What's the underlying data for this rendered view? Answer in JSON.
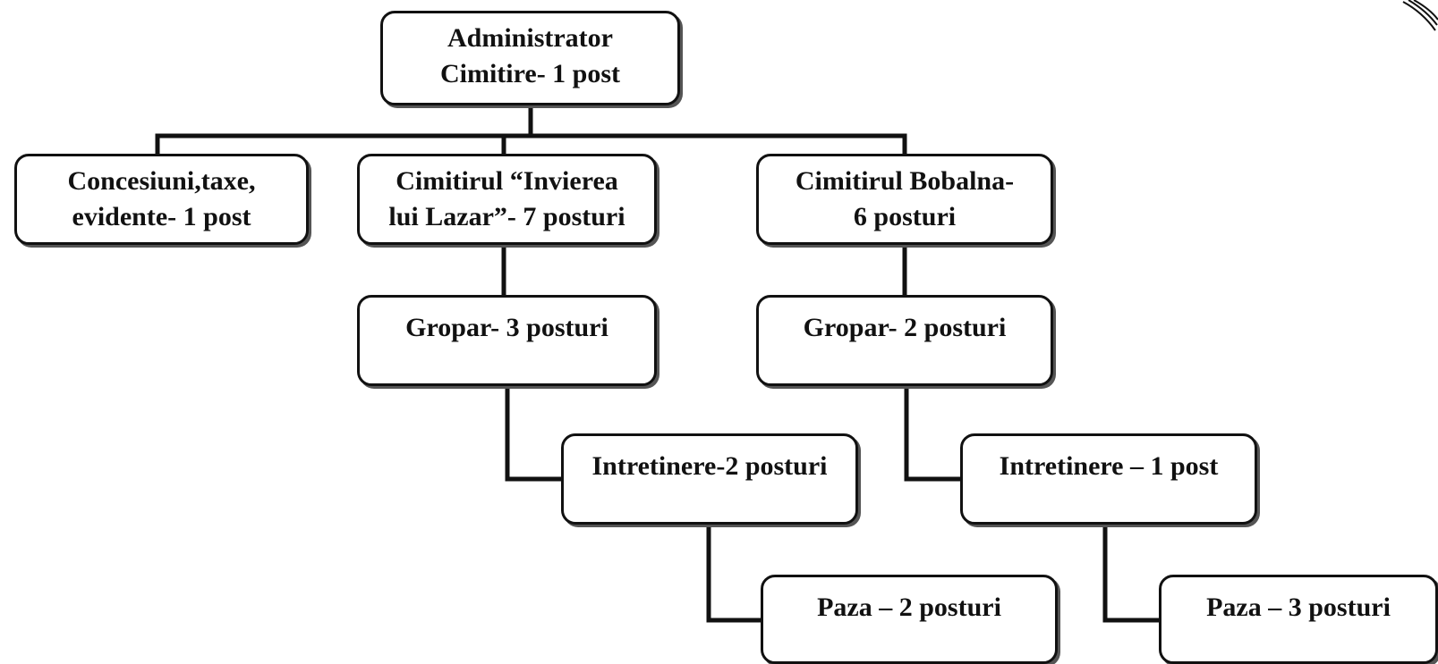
{
  "diagram": {
    "nodes": {
      "administrator": {
        "line1": "Administrator",
        "line2": "Cimitire- 1 post"
      },
      "concesiuni": {
        "line1": "Concesiuni,taxe,",
        "line2": "evidente- 1 post"
      },
      "cimitirul_invierea": {
        "line1": "Cimitirul “Invierea",
        "line2": "lui Lazar”- 7 posturi"
      },
      "cimitirul_bobalna": {
        "line1": "Cimitirul Bobalna-",
        "line2": "6 posturi"
      },
      "gropar_invierea": {
        "line1": "Gropar- 3 posturi"
      },
      "gropar_bobalna": {
        "line1": "Gropar- 2 posturi"
      },
      "intretinere_invierea": {
        "line1": "Intretinere-2 posturi"
      },
      "intretinere_bobalna": {
        "line1": "Intretinere – 1 post"
      },
      "paza_invierea": {
        "line1": "Paza – 2 posturi"
      },
      "paza_bobalna": {
        "line1": "Paza – 3 posturi"
      }
    },
    "colors": {
      "line": "#111111",
      "box_border": "#111111",
      "box_fill": "#ffffff"
    }
  }
}
